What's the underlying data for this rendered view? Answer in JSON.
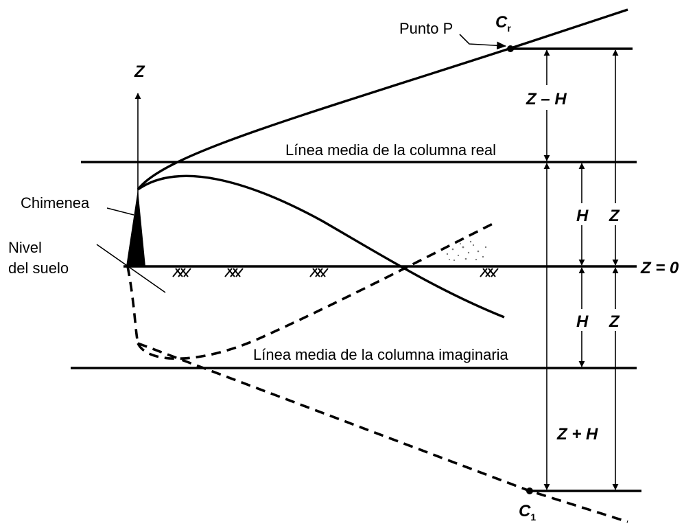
{
  "labels": {
    "punto_p": "Punto P",
    "c_r": "C",
    "c_r_sub": "r",
    "c_i": "C",
    "c_i_sub": "1",
    "z_axis": "Z",
    "chimenea": "Chimenea",
    "nivel_1": "Nivel",
    "nivel_2": "del suelo",
    "linea_real": "Línea media de la columna real",
    "linea_imaginaria": "Línea media de la columna imaginaria",
    "z_minus_h": "Z – H",
    "h_upper": "H",
    "z_upper": "Z",
    "z_zero": "Z = 0",
    "h_lower": "H",
    "z_lower": "Z",
    "z_plus_h": "Z + H"
  }
}
